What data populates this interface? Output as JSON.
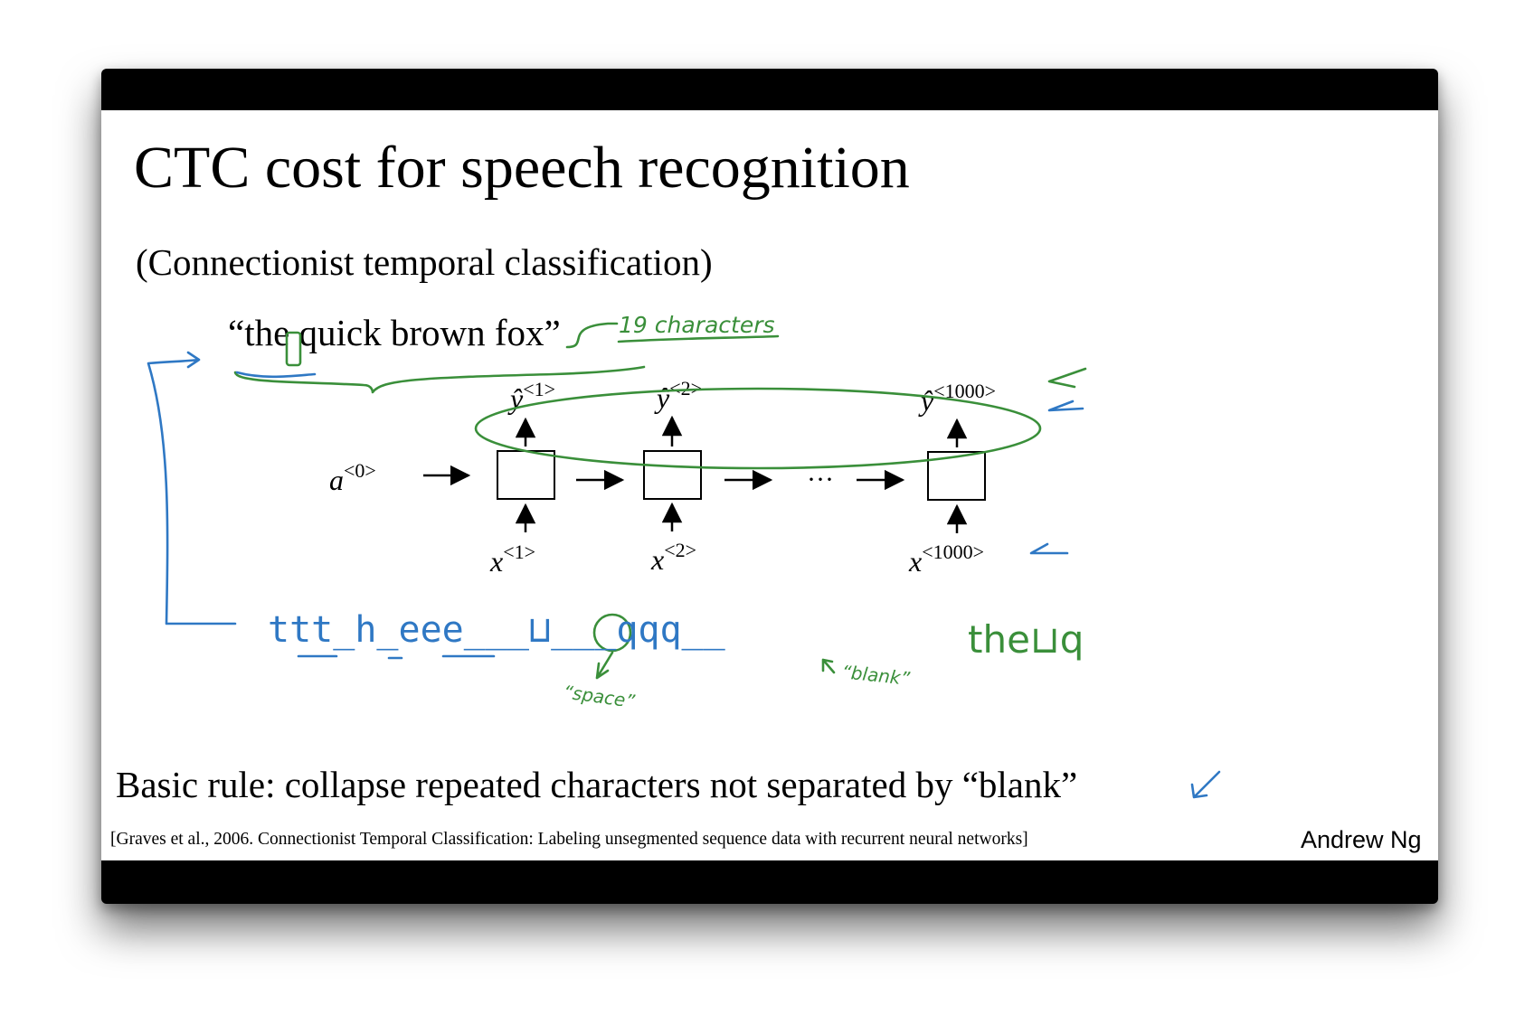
{
  "slide": {
    "title": "CTC cost for speech recognition",
    "subtitle": "(Connectionist temporal classification)",
    "phrase": "“the quick brown fox”",
    "basic_rule": "Basic rule: collapse repeated characters not separated by “blank”",
    "citation": "[Graves et al., 2006. Connectionist Temporal Classification: Labeling unsegmented sequence data with recurrent neural networks]",
    "author": "Andrew Ng"
  },
  "diagram": {
    "a0": {
      "base": "a",
      "sup": "<0>"
    },
    "outputs": [
      {
        "base": "ŷ",
        "sup": "<1>"
      },
      {
        "base": "ŷ",
        "sup": "<2>"
      },
      {
        "base": "ŷ",
        "sup": "<1000>"
      }
    ],
    "inputs": [
      {
        "base": "x",
        "sup": "<1>"
      },
      {
        "base": "x",
        "sup": "<2>"
      },
      {
        "base": "x",
        "sup": "<1000>"
      }
    ],
    "ellipsis": "···"
  },
  "annotations": {
    "char_count": "19 characters",
    "sequence": "ttt_h_eee___⊔___qqq__",
    "space_label": "“space”",
    "blank_label": "“blank”",
    "collapsed": "the⊔q"
  },
  "colors": {
    "green_ink": "#3a8f3a",
    "blue_ink": "#2f78c4"
  }
}
